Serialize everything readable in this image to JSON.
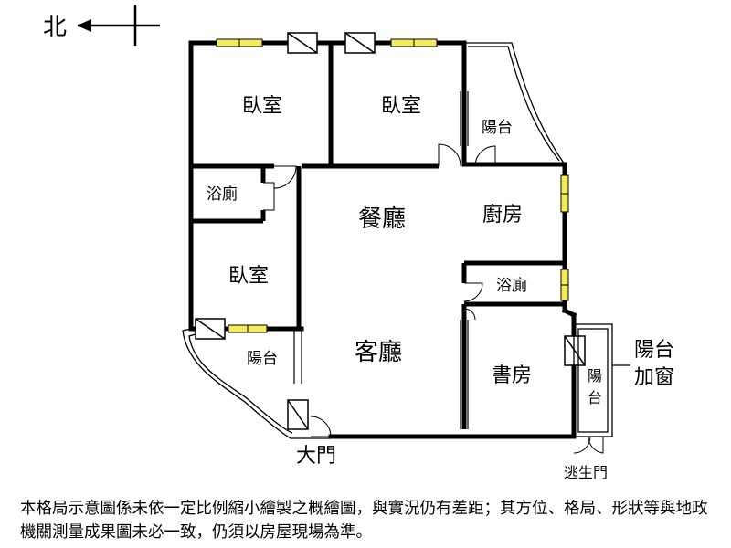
{
  "compass": {
    "label": "北"
  },
  "rooms": {
    "bedroom_top_left": "臥室",
    "bedroom_top_right": "臥室",
    "bedroom_left": "臥室",
    "bath_left": "浴廁",
    "bath_right": "浴廁",
    "dining": "餐廳",
    "kitchen": "廚房",
    "living": "客廳",
    "study": "書房",
    "balcony_top": "陽台",
    "balcony_left": "陽台",
    "balcony_right_1": "陽",
    "balcony_right_2": "台"
  },
  "annotations": {
    "enclosed_1": "陽台",
    "enclosed_2": "加窗",
    "main_door": "大門",
    "escape_door": "逃生門"
  },
  "disclaimer": "本格局示意圖係未依一定比例縮小繪製之概繪圖，與實況仍有差距；其方位、格局、形狀等與地政機關測量成果圖未必一致，仍須以房屋現場為準。"
}
